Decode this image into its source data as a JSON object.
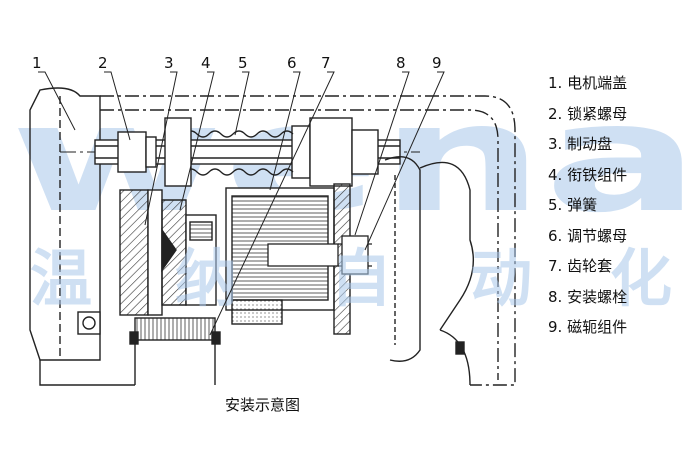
{
  "callouts": [
    "1",
    "2",
    "3",
    "4",
    "5",
    "6",
    "7",
    "8",
    "9"
  ],
  "legend": [
    "1. 电机端盖",
    "2. 锁紧螺母",
    "3. 制动盘",
    "4. 衔铁组件",
    "5. 弹簧",
    "6. 调节螺母",
    "7. 齿轮套",
    "8. 安装螺栓",
    "9. 磁轭组件"
  ],
  "caption": "安装示意图",
  "watermark": {
    "latin": "wena",
    "chars": [
      "温",
      "纳",
      "自",
      "动",
      "化"
    ]
  },
  "colors": {
    "line": "#222222",
    "watermark": "#9fc0e6"
  }
}
